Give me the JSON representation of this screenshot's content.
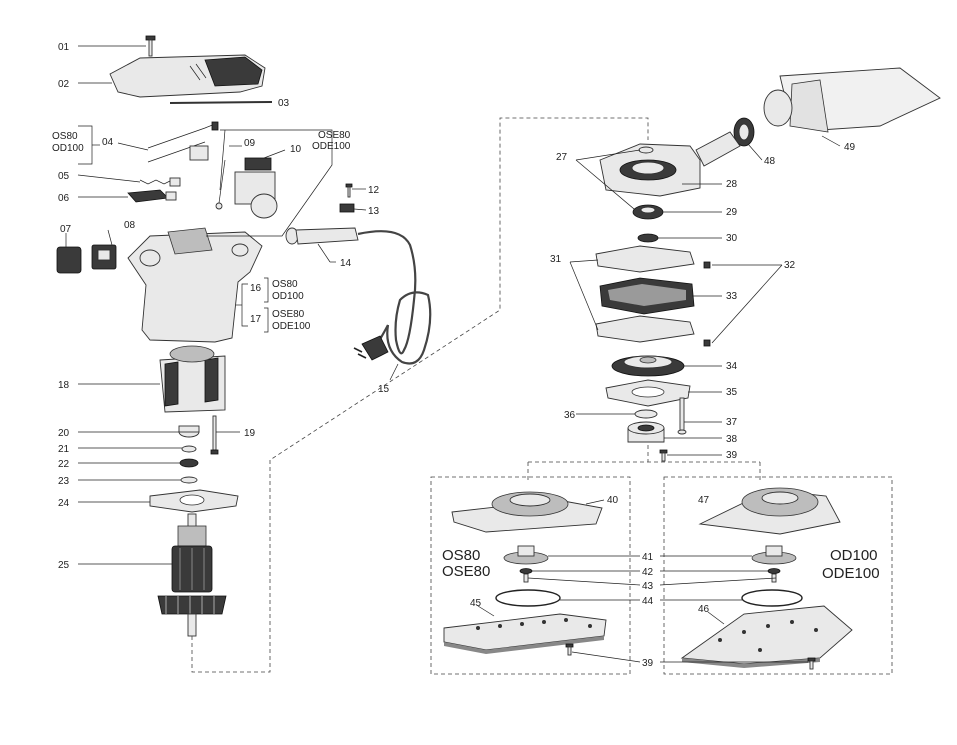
{
  "diagram": {
    "callouts": {
      "p01": "01",
      "p02": "02",
      "p03": "03",
      "p04": "04",
      "p05": "05",
      "p06": "06",
      "p07": "07",
      "p08": "08",
      "p09": "09",
      "p10": "10",
      "p12": "12",
      "p13": "13",
      "p14": "14",
      "p15": "15",
      "p16": "16",
      "p17": "17",
      "p18": "18",
      "p19": "19",
      "p20": "20",
      "p21": "21",
      "p22": "22",
      "p23": "23",
      "p24": "24",
      "p25": "25",
      "p27": "27",
      "p28": "28",
      "p29": "29",
      "p30": "30",
      "p31": "31",
      "p32": "32",
      "p33": "33",
      "p34": "34",
      "p35": "35",
      "p36": "36",
      "p37": "37",
      "p38": "38",
      "p39a": "39",
      "p39b": "39",
      "p40": "40",
      "p41": "41",
      "p42": "42",
      "p43": "43",
      "p44": "44",
      "p45": "45",
      "p46": "46",
      "p47": "47",
      "p48": "48",
      "p49": "49"
    },
    "model_labels": {
      "brush_os80": "OS80",
      "brush_od100": "OD100",
      "switch_ose80": "OSE80",
      "switch_ode100": "ODE100",
      "housing16_os80": "OS80",
      "housing16_od100": "OD100",
      "housing17_ose80": "OSE80",
      "housing17_ode100": "ODE100"
    },
    "pad_groups": {
      "left_line1": "OS80",
      "left_line2": "OSE80",
      "right_line1": "OD100",
      "right_line2": "ODE100"
    }
  }
}
